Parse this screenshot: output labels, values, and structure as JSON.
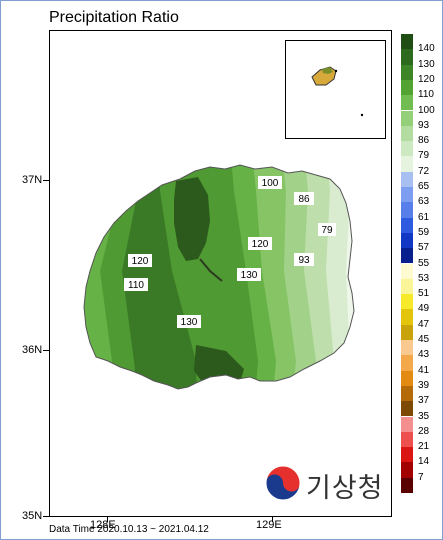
{
  "title": "Precipitation Ratio",
  "footer": "Data Time 2020.10.13 ~ 2021.04.12",
  "axes": {
    "lat_labels": [
      "37N",
      "36N",
      "35N"
    ],
    "lon_labels": [
      "128E",
      "129E"
    ]
  },
  "legend": [
    {
      "label": "140",
      "color": "#1f4d14"
    },
    {
      "label": "130",
      "color": "#2e6a1e"
    },
    {
      "label": "120",
      "color": "#3d8526"
    },
    {
      "label": "110",
      "color": "#52a331"
    },
    {
      "label": "100",
      "color": "#72bd52"
    },
    {
      "label": "93",
      "color": "#94cf7a"
    },
    {
      "label": "86",
      "color": "#b2dca0"
    },
    {
      "label": "79",
      "color": "#cde9c1"
    },
    {
      "label": "72",
      "color": "#e6f4df"
    },
    {
      "label": "65",
      "color": "#a8bff2"
    },
    {
      "label": "63",
      "color": "#7d9df0"
    },
    {
      "label": "61",
      "color": "#577ee9"
    },
    {
      "label": "59",
      "color": "#2e5ae0"
    },
    {
      "label": "57",
      "color": "#1237c4"
    },
    {
      "label": "55",
      "color": "#081f8e"
    },
    {
      "label": "53",
      "color": "#fdfbcf"
    },
    {
      "label": "51",
      "color": "#fbf59a"
    },
    {
      "label": "49",
      "color": "#f7ea2a"
    },
    {
      "label": "47",
      "color": "#e3c60c"
    },
    {
      "label": "45",
      "color": "#c8a30a"
    },
    {
      "label": "43",
      "color": "#f9c98f"
    },
    {
      "label": "41",
      "color": "#f3a84a"
    },
    {
      "label": "39",
      "color": "#e38a12"
    },
    {
      "label": "37",
      "color": "#b46a08"
    },
    {
      "label": "35",
      "color": "#7d4a06"
    },
    {
      "label": "28",
      "color": "#f38f8f"
    },
    {
      "label": "21",
      "color": "#ee5050"
    },
    {
      "label": "14",
      "color": "#db1414"
    },
    {
      "label": "7",
      "color": "#a30000"
    },
    {
      "label": "",
      "color": "#5a0000"
    }
  ],
  "contour_labels": [
    "100",
    "86",
    "79",
    "120",
    "93",
    "120",
    "130",
    "110",
    "130"
  ],
  "logo": {
    "name": "kma-logo",
    "text": "기상청",
    "colors": {
      "red": "#e6302d",
      "blue": "#1a3a8e"
    }
  },
  "map_colors": {
    "c140": "#2b5a1c",
    "c130": "#3a7a26",
    "c120": "#4f9a32",
    "c110": "#66b246",
    "c100": "#86c466",
    "c93": "#a2d28a",
    "c86": "#bedfac",
    "c79": "#d9ecd0",
    "c72": "#eef7ea",
    "border": "#666666"
  }
}
